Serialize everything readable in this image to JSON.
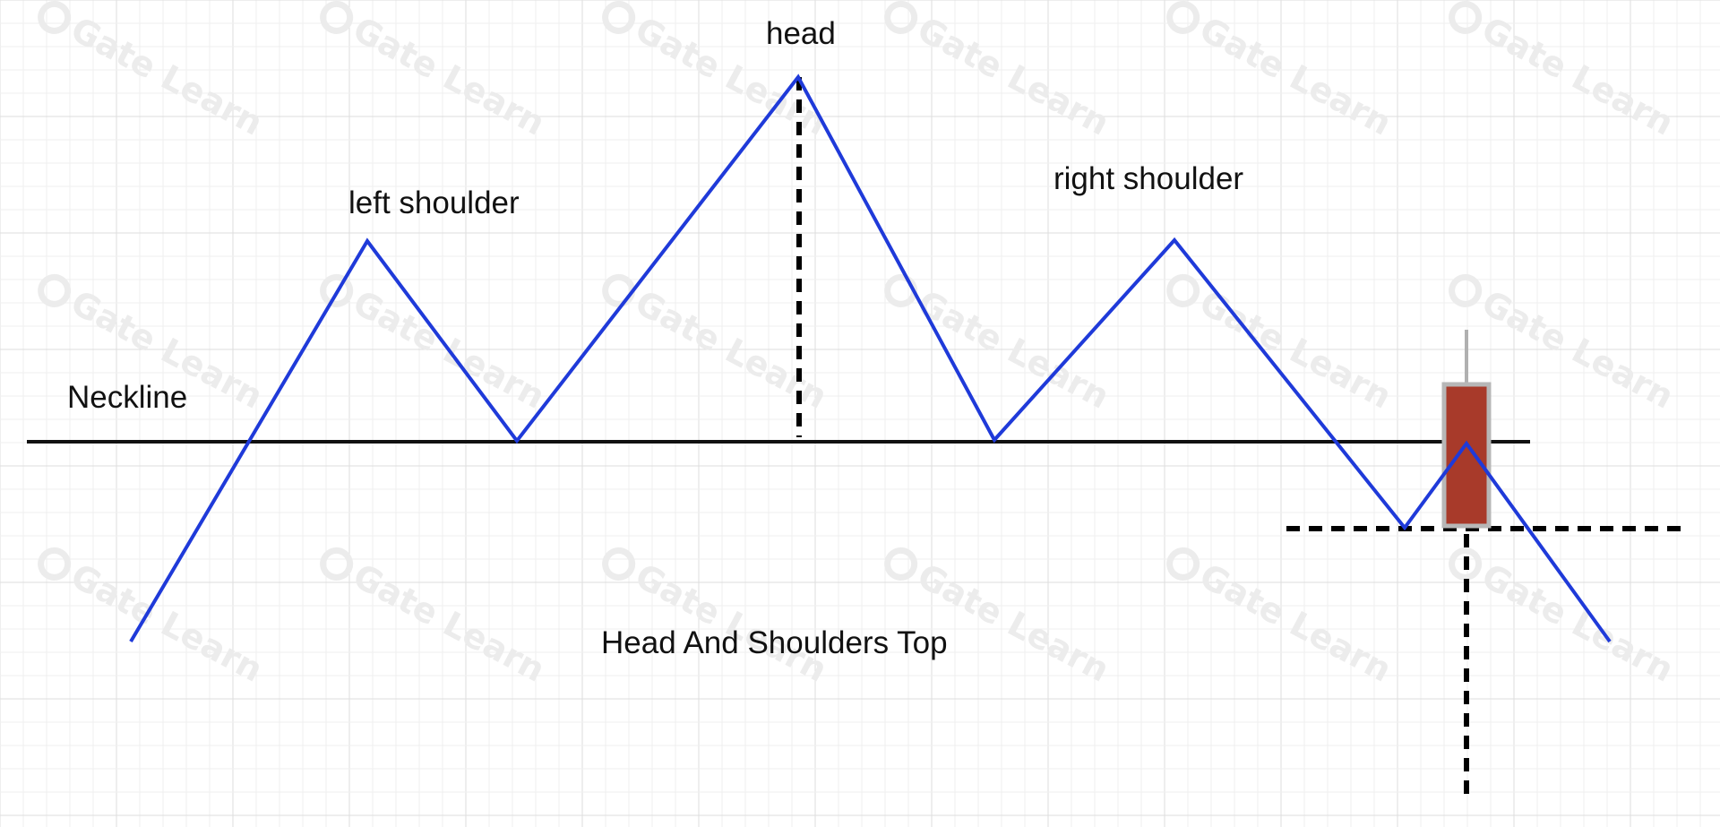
{
  "diagram": {
    "labels": {
      "head": "head",
      "left_shoulder": "left shoulder",
      "right_shoulder": "right shoulder",
      "neckline": "Neckline",
      "caption": "Head And Shoulders Top"
    },
    "watermark": "Gate Learn",
    "colors": {
      "background": "#ffffff",
      "grid_minor": "#efefef",
      "grid_major": "#dedede",
      "price_line": "#1f3ad9",
      "neckline": "#111111",
      "dashed": "#000000",
      "candle_body": "#a83a2a",
      "candle_border": "#b7b7b7",
      "candle_wick": "#b0b0b0",
      "watermark": "#ececec"
    }
  }
}
